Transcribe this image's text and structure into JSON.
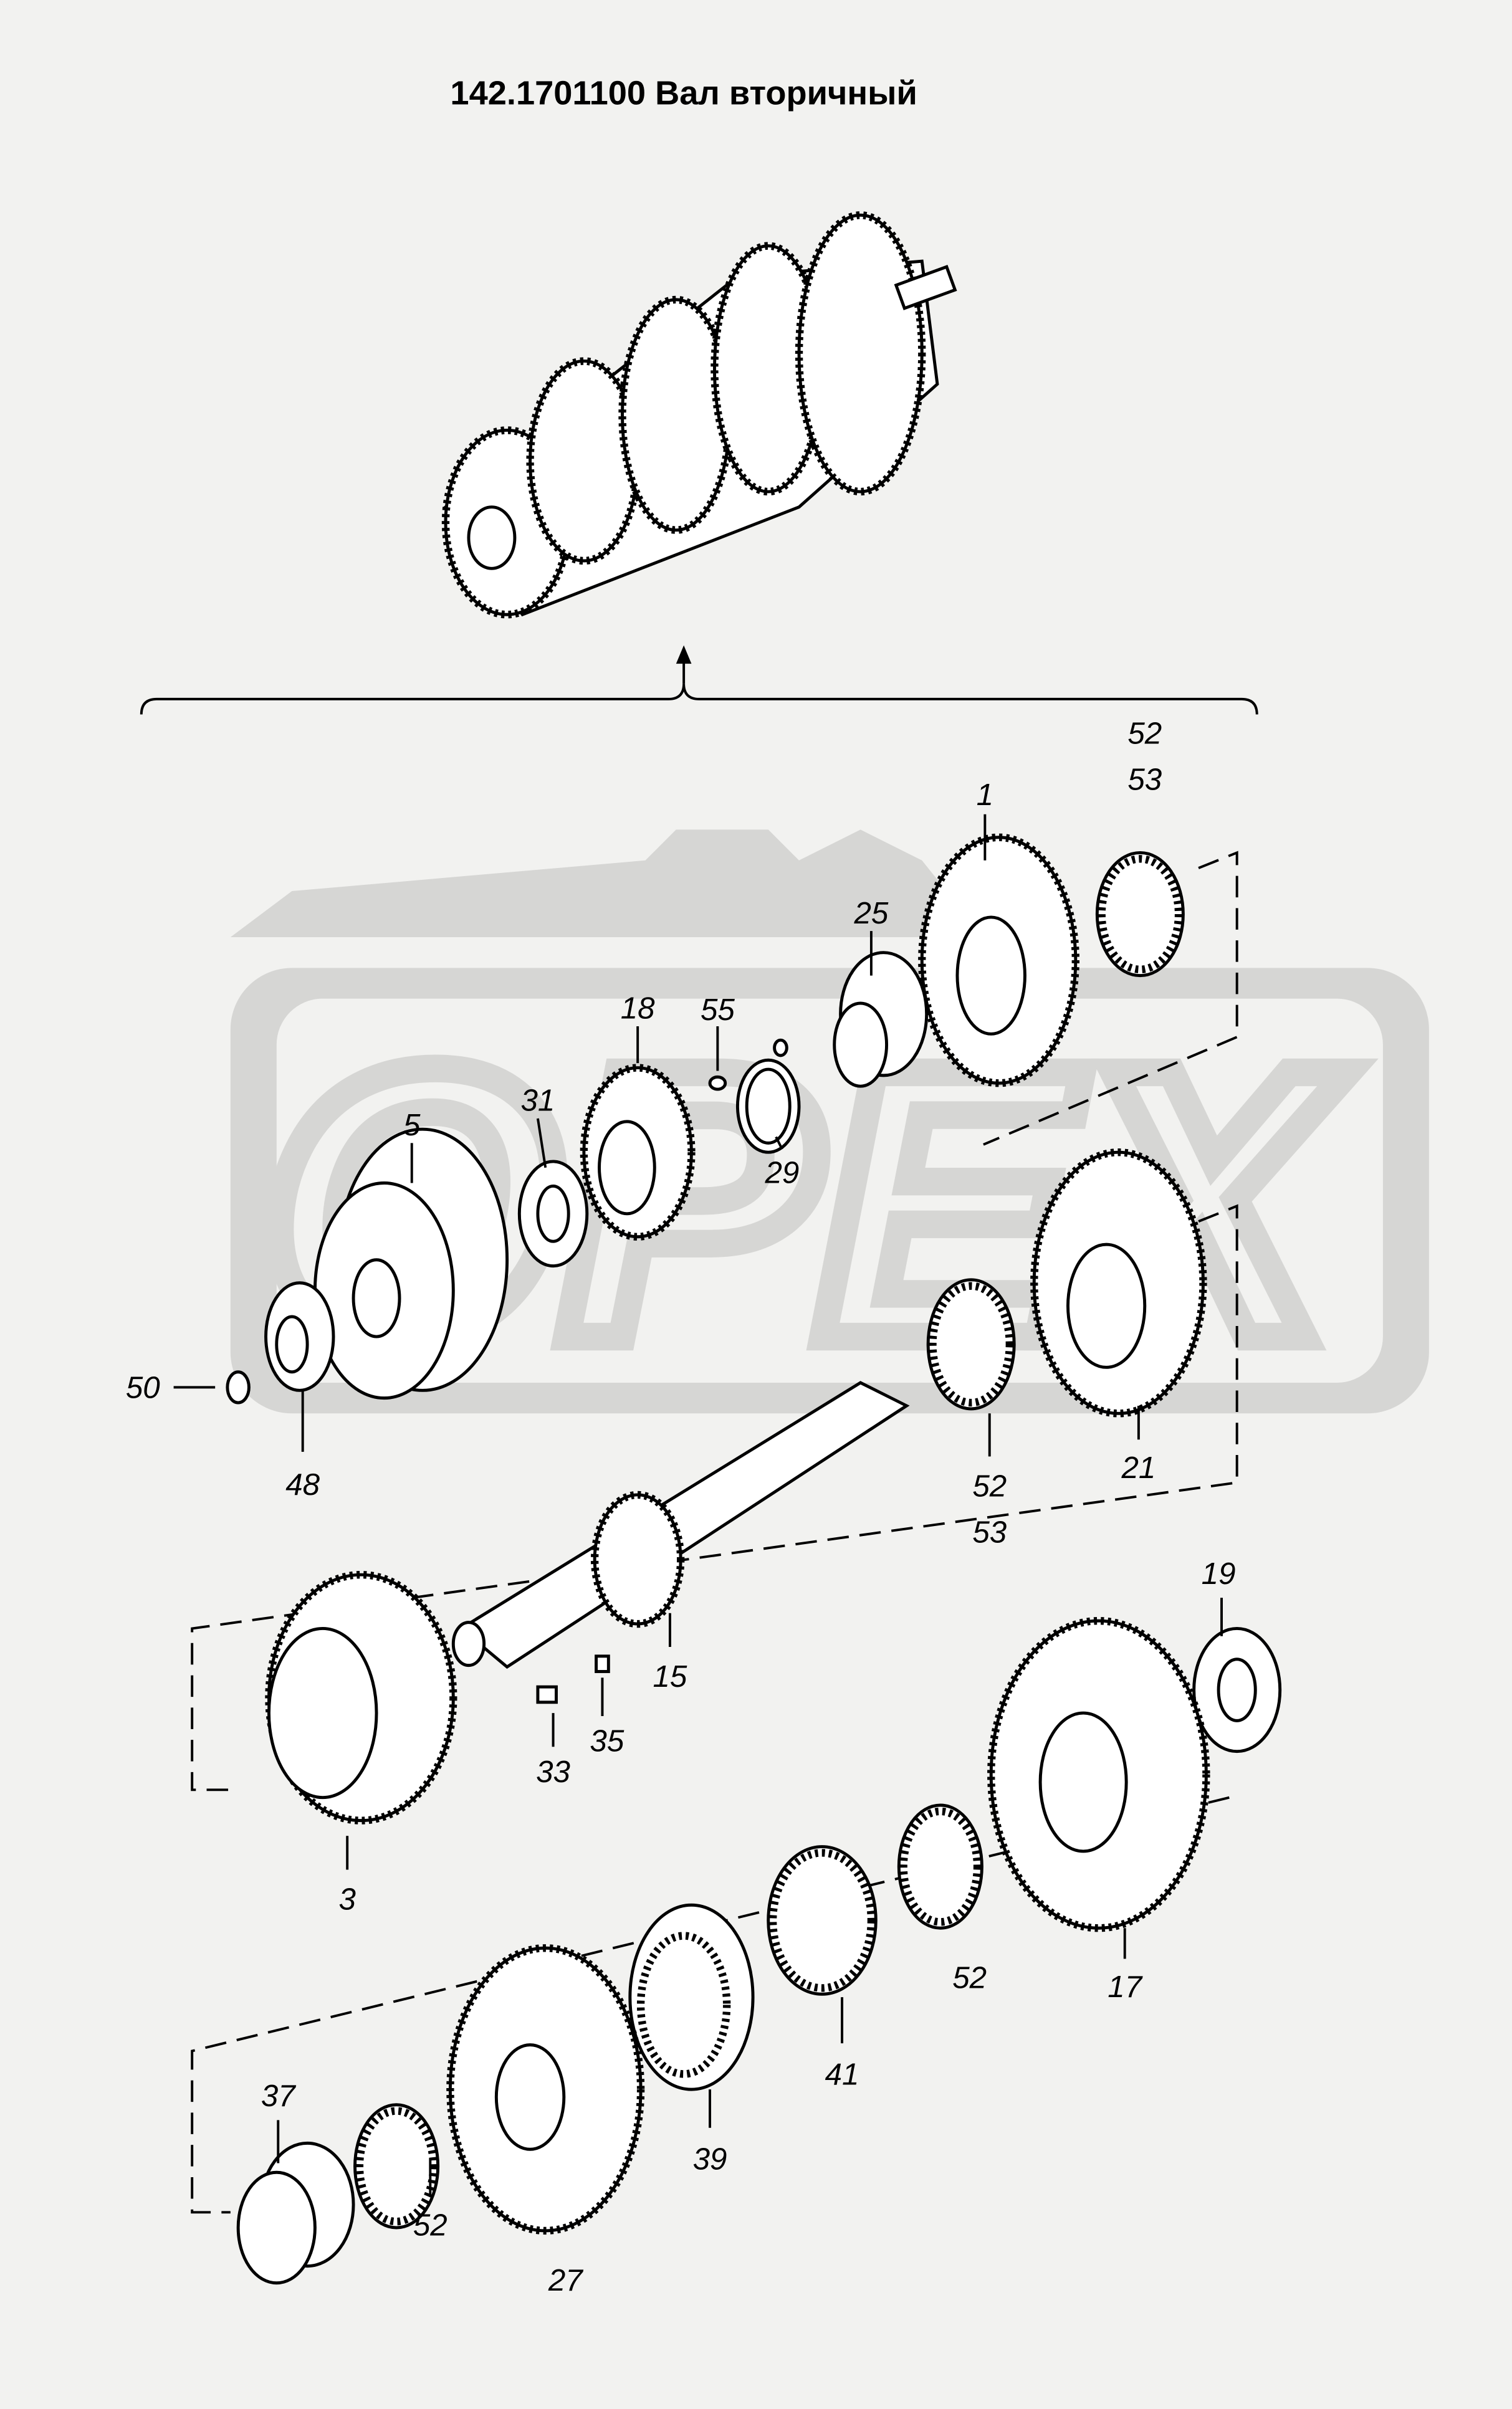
{
  "title": "142.1701100  Вал вторичный",
  "watermark": "OPEX",
  "callouts": {
    "p1": "1",
    "p52a": "52",
    "p53a": "53",
    "p25": "25",
    "p18": "18",
    "p55": "55",
    "p31": "31",
    "p5": "5",
    "p29": "29",
    "p50": "50",
    "p48": "48",
    "p52b": "52",
    "p53b": "53",
    "p21": "21",
    "p19": "19",
    "p15": "15",
    "p33": "33",
    "p35": "35",
    "p3": "3",
    "p17": "17",
    "p52c": "52",
    "p41": "41",
    "p39": "39",
    "p37": "37",
    "p52d": "52",
    "p27": "27"
  }
}
